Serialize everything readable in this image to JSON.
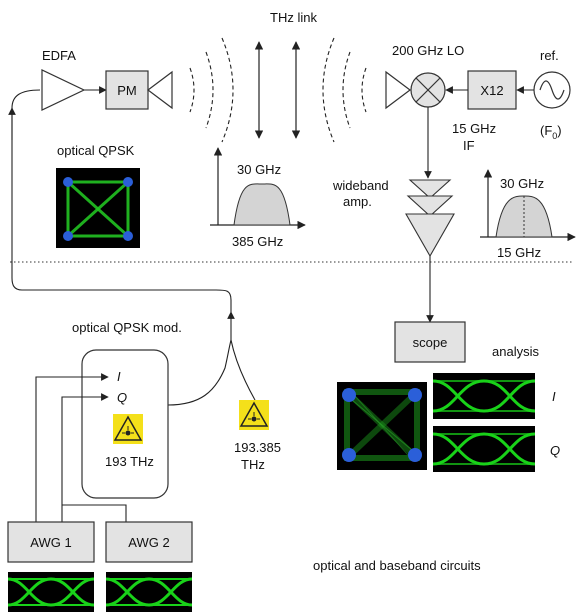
{
  "labels": {
    "thz_link": "THz link",
    "edfa": "EDFA",
    "pm": "PM",
    "lo": "200 GHz LO",
    "ref": "ref.",
    "x12": "X12",
    "f0": "(F",
    "f0_sub": "0",
    "f0_close": ")",
    "if_line1": "15 GHz",
    "if_line2": "IF",
    "optical_qpsk": "optical QPSK",
    "spec1_top": "30 GHz",
    "spec1_bottom": "385 GHz",
    "wideband_line1": "wideband",
    "wideband_line2": "amp.",
    "spec2_top": "30 GHz",
    "spec2_bottom": "15 GHz",
    "mod_title": "optical QPSK mod.",
    "i": "I",
    "q": "Q",
    "laser1": "193 THz",
    "laser2_line1": "193.385",
    "laser2_line2": "THz",
    "scope": "scope",
    "analysis": "analysis",
    "out_i": "I",
    "out_q": "Q",
    "awg1": "AWG 1",
    "awg2": "AWG 2",
    "footer": "optical and baseband circuits"
  },
  "colors": {
    "constellation_line": "#22c322",
    "constellation_point": "#2b5fd9",
    "eye_line": "#19d219",
    "laser_fill": "#f4e01a",
    "box_fill": "#e3e3e3"
  }
}
